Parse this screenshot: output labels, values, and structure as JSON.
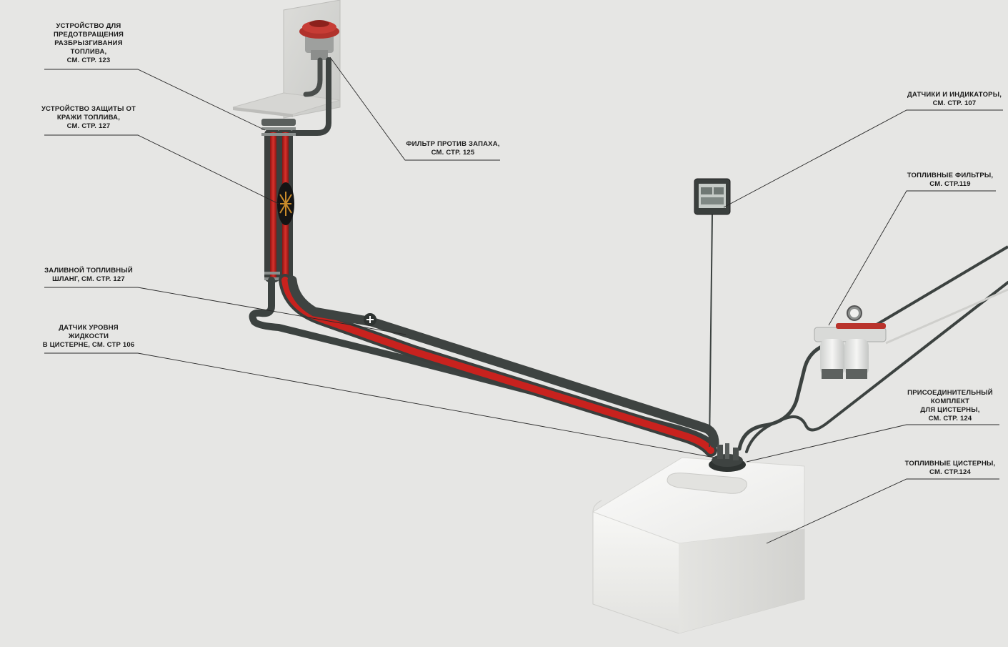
{
  "colors": {
    "background": "#e6e6e4",
    "fill_hose": "#c8221e",
    "dark_hose": "#3c4240",
    "tank": "#f4f4f2",
    "leader_line": "#2a2a2a"
  },
  "callouts": [
    {
      "id": "anti-spill",
      "lines": [
        "УСТРОЙСТВО ДЛЯ",
        "ПРЕДОТВРАЩЕНИЯ",
        "РАЗБРЫЗГИВАНИЯ",
        "ТОПЛИВА,",
        "СМ. СТР. 123"
      ]
    },
    {
      "id": "anti-theft",
      "lines": [
        "УСТРОЙСТВО ЗАЩИТЫ ОТ",
        "КРАЖИ ТОПЛИВА,",
        "СМ. СТР. 127"
      ]
    },
    {
      "id": "fill-hose",
      "lines": [
        "ЗАЛИВНОЙ ТОПЛИВНЫЙ",
        "ШЛАНГ, СМ. СТР. 127"
      ]
    },
    {
      "id": "level-sensor",
      "lines": [
        "ДАТЧИК УРОВНЯ",
        "ЖИДКОСТИ",
        "В ЦИСТЕРНЕ, СМ. СТР 106"
      ]
    },
    {
      "id": "odor-filter",
      "lines": [
        "ФИЛЬТР ПРОТИВ ЗАПАХА,",
        "СМ. СТР. 125"
      ]
    },
    {
      "id": "gauges",
      "lines": [
        "ДАТЧИКИ И ИНДИКАТОРЫ,",
        "СМ. СТР. 107"
      ]
    },
    {
      "id": "fuel-filters",
      "lines": [
        "ТОПЛИВНЫЕ ФИЛЬТРЫ,",
        "СМ. СТР.119"
      ]
    },
    {
      "id": "connection-kit",
      "lines": [
        "ПРИСОЕДИНИТЕЛЬНЫЙ",
        "КОМПЛЕКТ",
        "ДЛЯ ЦИСТЕРНЫ,",
        "СМ. СТР. 124"
      ]
    },
    {
      "id": "fuel-tanks",
      "lines": [
        "ТОПЛИВНЫЕ ЦИСТЕРНЫ,",
        "СМ. СТР.124"
      ]
    }
  ]
}
